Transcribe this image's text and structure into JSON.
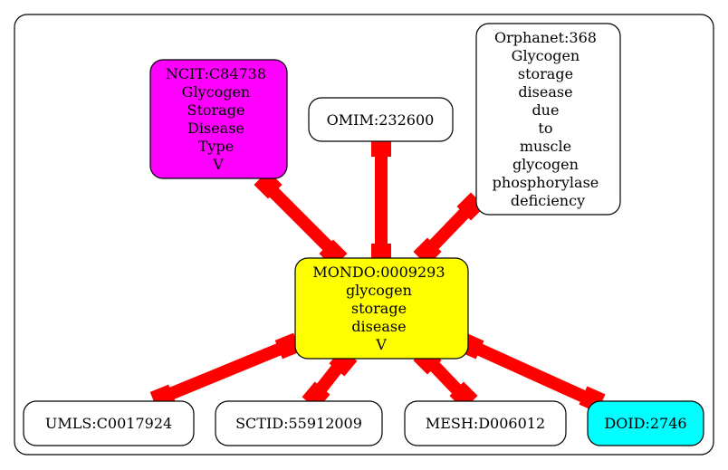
{
  "colors": {
    "edge": "#ff0000",
    "border": "#000000",
    "default_fill": "#ffffff",
    "center_fill": "#ffff00",
    "ncit_fill": "#ff00ff",
    "doid_fill": "#00ffff"
  },
  "nodes": {
    "center": {
      "lines": [
        "MONDO:0009293",
        "glycogen",
        "storage",
        "disease",
        "V"
      ]
    },
    "ncit": {
      "lines": [
        "NCIT:C84738",
        "Glycogen",
        "Storage",
        "Disease",
        "Type",
        "V"
      ]
    },
    "omim": {
      "lines": [
        "OMIM:232600"
      ]
    },
    "orphanet": {
      "lines": [
        "Orphanet:368",
        "Glycogen",
        "storage",
        "disease",
        "due",
        "to",
        "muscle",
        "glycogen",
        "phosphorylase",
        "deficiency"
      ]
    },
    "umls": {
      "lines": [
        "UMLS:C0017924"
      ]
    },
    "sctid": {
      "lines": [
        "SCTID:55912009"
      ]
    },
    "mesh": {
      "lines": [
        "MESH:D006012"
      ]
    },
    "doid": {
      "lines": [
        "DOID:2746"
      ]
    }
  },
  "edges": [
    {
      "from": "ncit",
      "to": "center"
    },
    {
      "from": "omim",
      "to": "center"
    },
    {
      "from": "orphanet",
      "to": "center"
    },
    {
      "from": "umls",
      "to": "center"
    },
    {
      "from": "sctid",
      "to": "center"
    },
    {
      "from": "mesh",
      "to": "center"
    },
    {
      "from": "doid",
      "to": "center"
    }
  ]
}
